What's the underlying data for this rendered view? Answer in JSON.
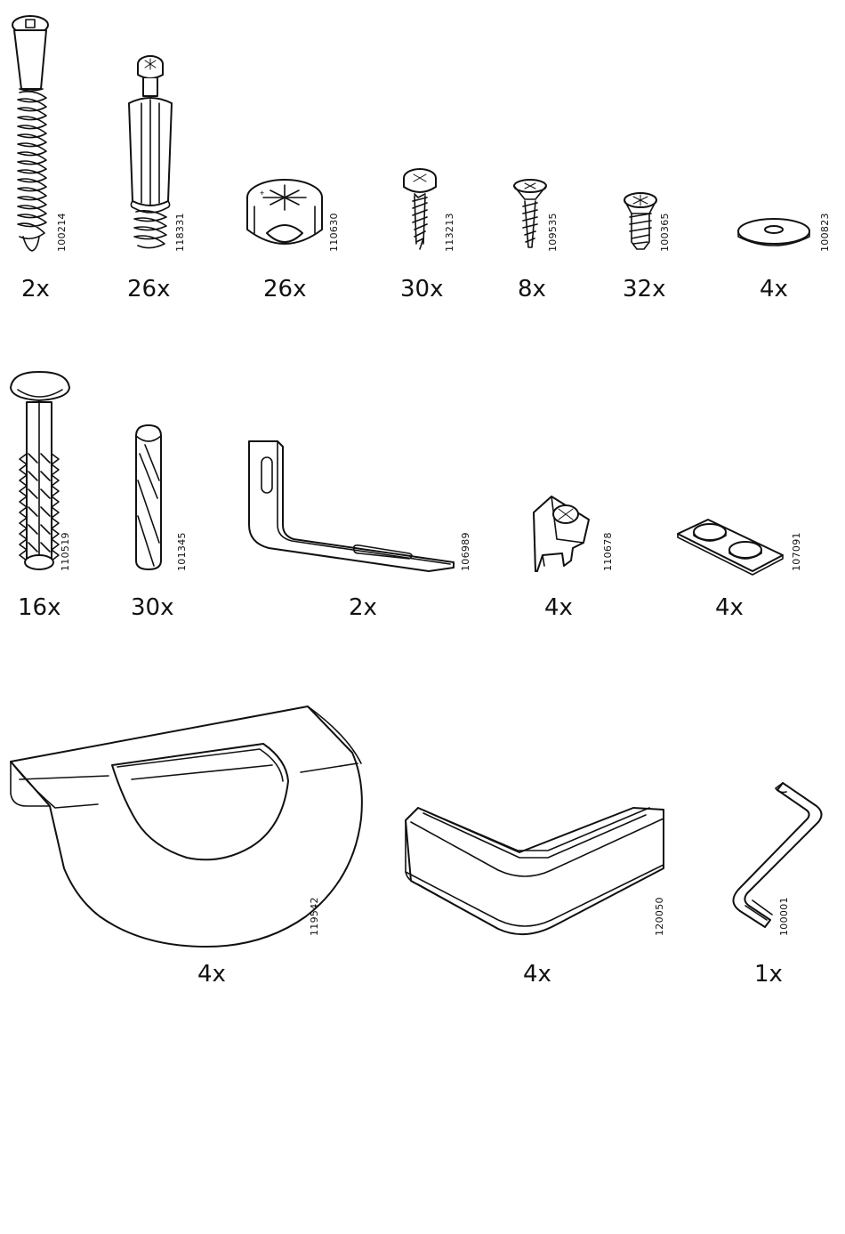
{
  "parts": [
    {
      "id": "p100214",
      "code": "100214",
      "qty": "2x",
      "icon": "long-hex-bolt-icon"
    },
    {
      "id": "p118331",
      "code": "118331",
      "qty": "26x",
      "icon": "cam-lock-dowel-icon"
    },
    {
      "id": "p110630",
      "code": "110630",
      "qty": "26x",
      "icon": "cam-lock-nut-icon"
    },
    {
      "id": "p113213",
      "code": "113213",
      "qty": "30x",
      "icon": "pan-head-screw-icon"
    },
    {
      "id": "p109535",
      "code": "109535",
      "qty": "8x",
      "icon": "countersunk-screw-icon"
    },
    {
      "id": "p100365",
      "code": "100365",
      "qty": "32x",
      "icon": "short-euro-screw-icon"
    },
    {
      "id": "p100823",
      "code": "100823",
      "qty": "4x",
      "icon": "washer-icon"
    },
    {
      "id": "p110519",
      "code": "110519",
      "qty": "16x",
      "icon": "expansion-plug-icon"
    },
    {
      "id": "p101345",
      "code": "101345",
      "qty": "30x",
      "icon": "wooden-dowel-icon"
    },
    {
      "id": "p106989",
      "code": "106989",
      "qty": "2x",
      "icon": "wall-bracket-icon"
    },
    {
      "id": "p110678",
      "code": "110678",
      "qty": "4x",
      "icon": "corner-connector-icon"
    },
    {
      "id": "p107091",
      "code": "107091",
      "qty": "4x",
      "icon": "felt-pads-icon"
    },
    {
      "id": "p119542",
      "code": "119542",
      "qty": "4x",
      "icon": "half-moon-handle-icon"
    },
    {
      "id": "p120050",
      "code": "120050",
      "qty": "4x",
      "icon": "corner-guard-icon"
    },
    {
      "id": "p100001",
      "code": "100001",
      "qty": "1x",
      "icon": "allen-key-icon"
    }
  ]
}
